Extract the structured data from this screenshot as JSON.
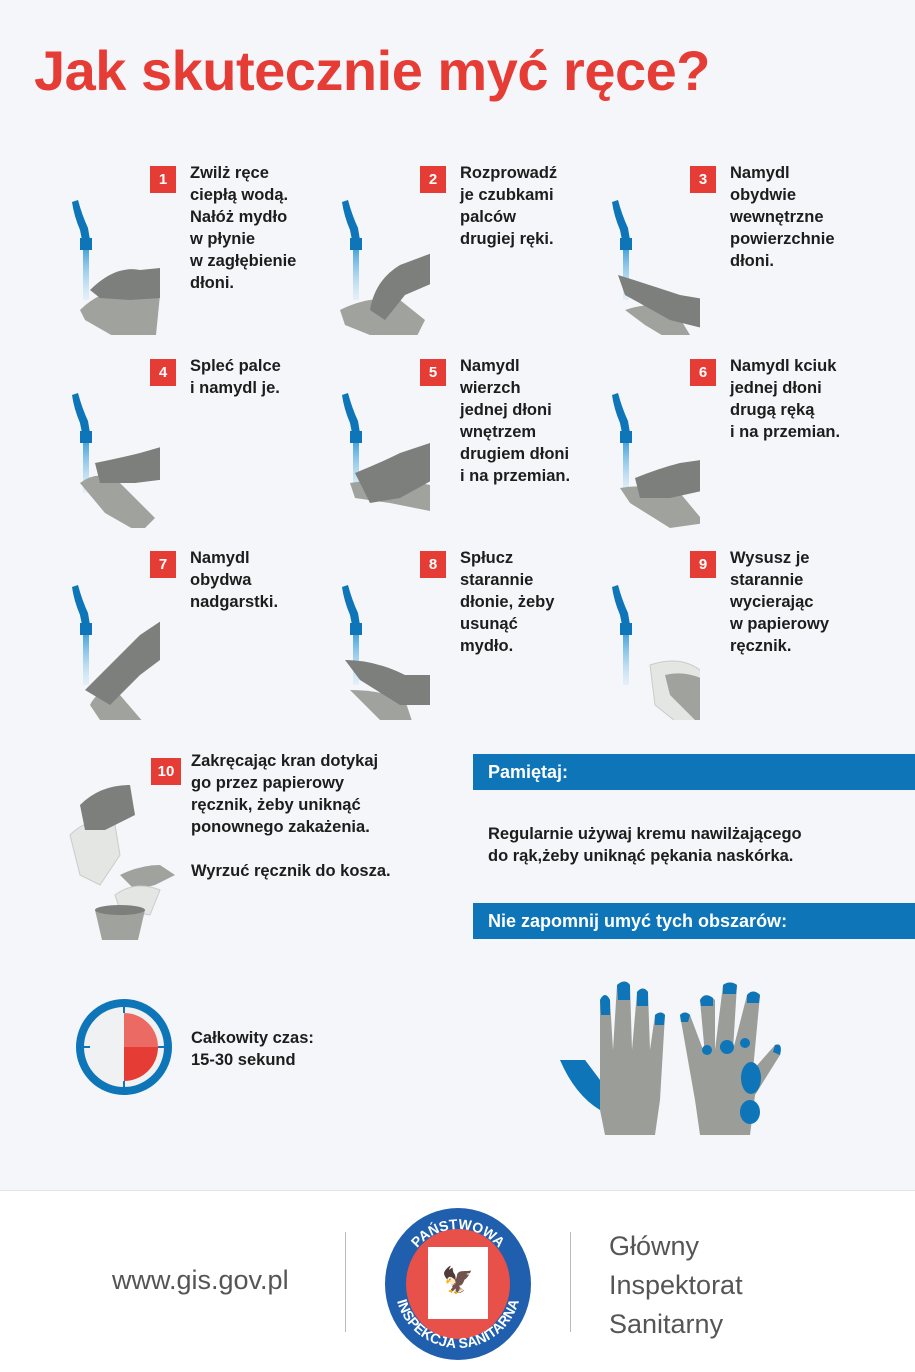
{
  "title": "Jak skutecznie myć ręce?",
  "steps": [
    {
      "number": "1",
      "text": "Zwilż ręce\nciepłą wodą.\nNałóż mydło\nw płynie\nw zagłębienie\ndłoni."
    },
    {
      "number": "2",
      "text": "Rozprowadź\nje czubkami\npalców\ndrugiej ręki."
    },
    {
      "number": "3",
      "text": "Namydl\nobydwie\nwewnętrzne\npowierzchnie\ndłoni."
    },
    {
      "number": "4",
      "text": "Spleć palce\ni namydl je."
    },
    {
      "number": "5",
      "text": "Namydl\nwierzch\njednej dłoni\nwnętrzem\ndrugiem dłoni\ni na przemian."
    },
    {
      "number": "6",
      "text": "Namydl kciuk\njednej dłoni\ndrugą ręką\ni na przemian."
    },
    {
      "number": "7",
      "text": "Namydl\nobydwa\nnadgarstki."
    },
    {
      "number": "8",
      "text": "Spłucz\nstarannie\ndłonie, żeby\nusunąć\nmydło."
    },
    {
      "number": "9",
      "text": "Wysusz je\nstarannie\nwycierając\nw papierowy\nręcznik."
    },
    {
      "number": "10",
      "text": "Zakręcając kran dotykaj\ngo przez papierowy\nręcznik, żeby uniknąć\nponownego zakażenia.\n\nWyrzuć ręcznik do kosza."
    }
  ],
  "remember": {
    "heading": "Pamiętaj:",
    "text": "Regularnie używaj kremu nawilżającego\ndo rąk,żeby uniknąć pękania naskórka."
  },
  "areas": {
    "heading": "Nie zapomnij umyć tych obszarów:"
  },
  "timer": {
    "text": "Całkowity czas:\n15-30 sekund"
  },
  "footer": {
    "url": "www.gis.gov.pl",
    "logo_top": "PAŃSTWOWA",
    "logo_bottom": "INSPEKCJA SANITARNA",
    "org": "Główny\nInspektorat\nSanitarny"
  },
  "colors": {
    "red": "#e63c36",
    "blue": "#0d75b8",
    "hand_dark": "#7c7f7b",
    "hand_light": "#9fa29d",
    "background": "#f5f6fa"
  }
}
